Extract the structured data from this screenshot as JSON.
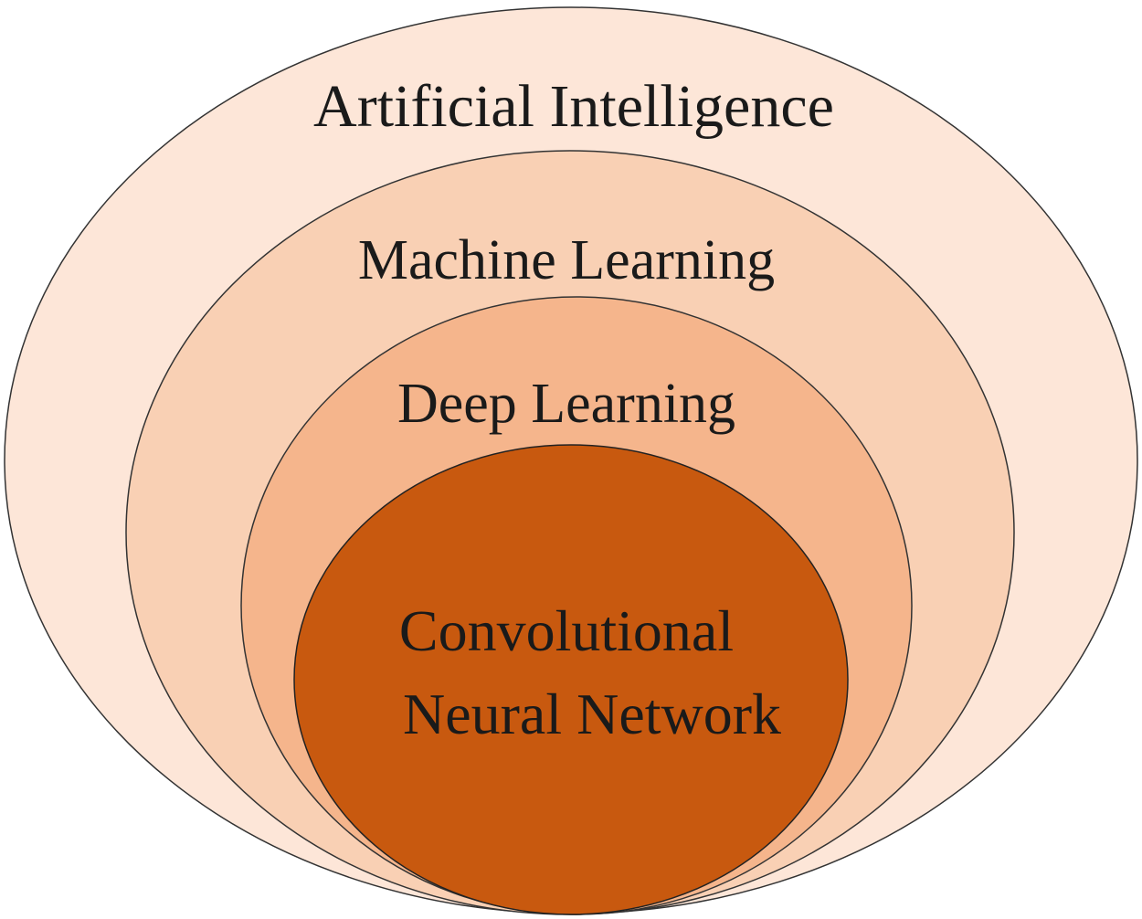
{
  "title": "AI hierarchy nested ellipses",
  "layers": [
    {
      "label": "Artificial Intelligence",
      "color": "#fde6d8"
    },
    {
      "label": "Machine Learning",
      "color": "#f9d0b4"
    },
    {
      "label": "Deep Learning",
      "color": "#f5b58c"
    },
    {
      "label_line1": "Convolutional",
      "label_line2": "Neural Network",
      "color": "#c8590f"
    }
  ]
}
